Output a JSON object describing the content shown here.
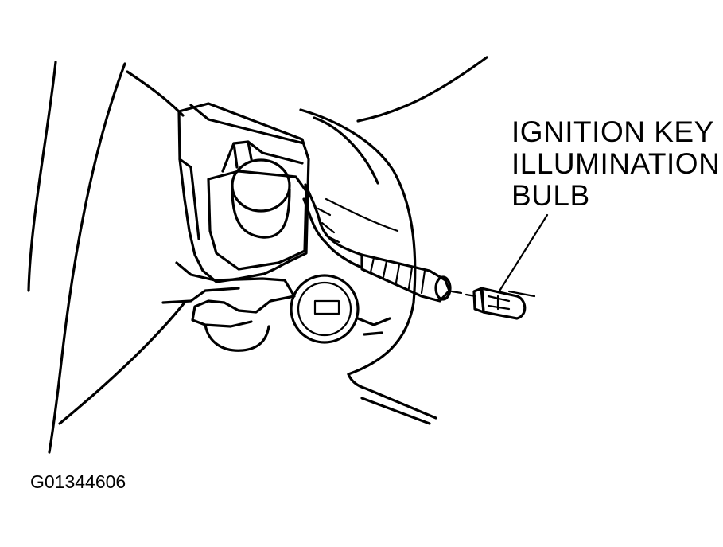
{
  "callout": {
    "lines": [
      "IGNITION KEY",
      "ILLUMINATION",
      "BULB"
    ]
  },
  "figure_id": "G01344606",
  "colors": {
    "ink": "#000000",
    "paper": "#ffffff"
  }
}
